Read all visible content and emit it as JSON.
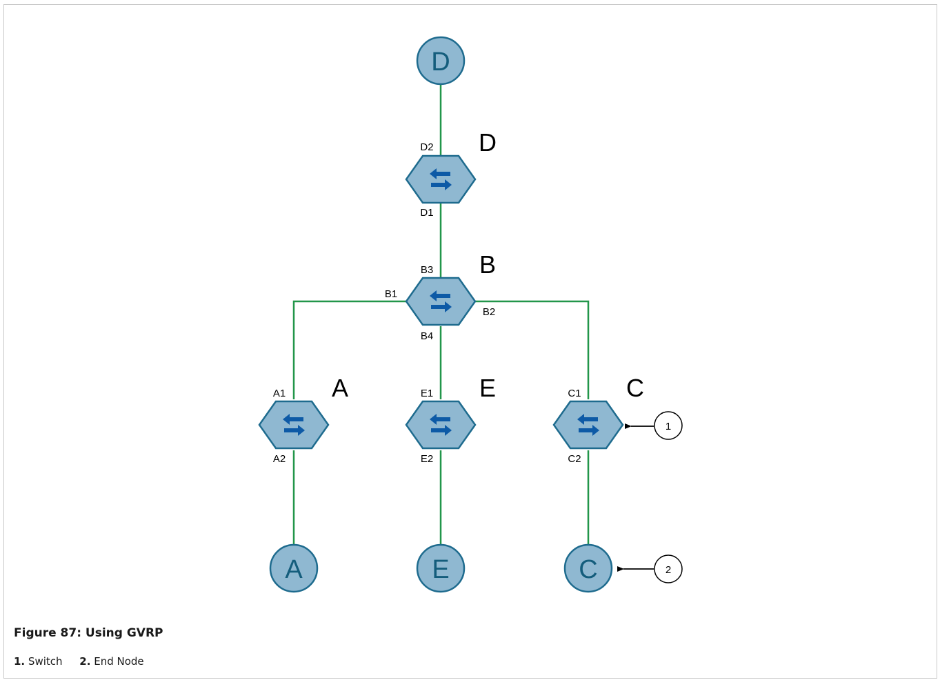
{
  "figure": {
    "caption": "Figure 87: Using GVRP",
    "legend": [
      {
        "number": "1.",
        "label": "Switch"
      },
      {
        "number": "2.",
        "label": "End Node"
      }
    ]
  },
  "diagram": {
    "end_nodes": [
      "D",
      "A",
      "E",
      "C"
    ],
    "switches": {
      "D": {
        "name": "D",
        "ports": [
          "D2",
          "D1"
        ]
      },
      "B": {
        "name": "B",
        "ports": [
          "B3",
          "B1",
          "B2",
          "B4"
        ]
      },
      "A": {
        "name": "A",
        "ports": [
          "A1",
          "A2"
        ]
      },
      "E": {
        "name": "E",
        "ports": [
          "E1",
          "E2"
        ]
      },
      "C": {
        "name": "C",
        "ports": [
          "C1",
          "C2"
        ]
      }
    },
    "callouts": [
      "1",
      "2"
    ],
    "colors": {
      "link": "#22964a",
      "node_fill": "#8fb8d1",
      "node_stroke": "#1e6b8e",
      "node_text": "#145d7c",
      "switch_arrow": "#0d5aa6"
    }
  }
}
